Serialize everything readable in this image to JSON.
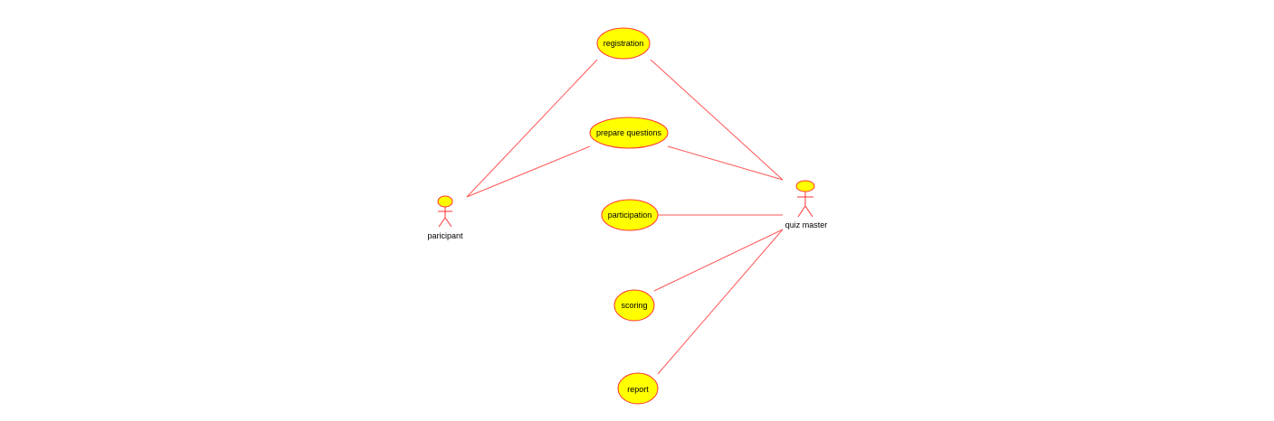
{
  "colors": {
    "fill": "#ffff00",
    "stroke": "#ff3333",
    "line": "#ff5555",
    "text": "#000000",
    "background": "#ffffff"
  },
  "actors": {
    "participant": {
      "label": "paricipant"
    },
    "quiz_master": {
      "label": "quiz master"
    }
  },
  "use_cases": {
    "registration": {
      "label": "registration"
    },
    "prepare_questions": {
      "label": "prepare questions"
    },
    "participation": {
      "label": "participation"
    },
    "scoring": {
      "label": "scoring"
    },
    "report": {
      "label": "report"
    }
  },
  "associations": [
    {
      "actor": "participant",
      "use_case": "registration"
    },
    {
      "actor": "participant",
      "use_case": "prepare_questions"
    },
    {
      "actor": "quiz_master",
      "use_case": "registration"
    },
    {
      "actor": "quiz_master",
      "use_case": "prepare_questions"
    },
    {
      "actor": "quiz_master",
      "use_case": "participation"
    },
    {
      "actor": "quiz_master",
      "use_case": "scoring"
    },
    {
      "actor": "quiz_master",
      "use_case": "report"
    }
  ]
}
